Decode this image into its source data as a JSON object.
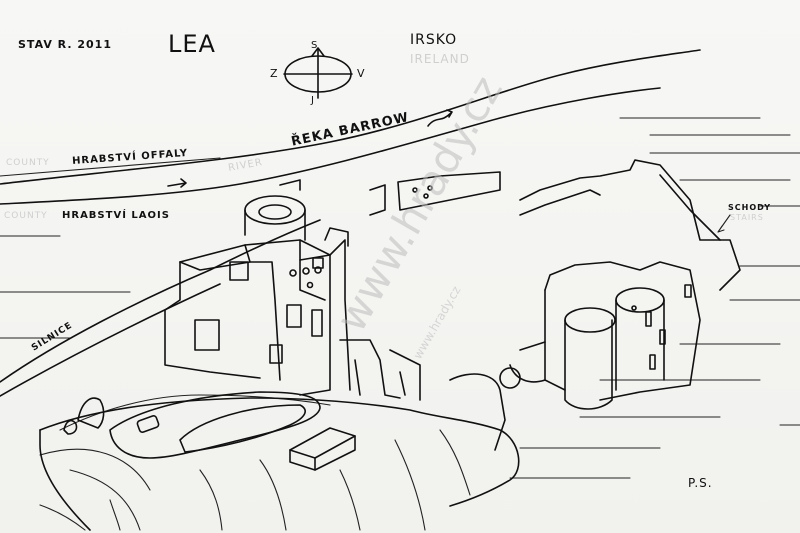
{
  "header": {
    "state": "STAV R. 2011",
    "title": "LEA",
    "country_cz": "IRSKO",
    "country_en": "IRELAND"
  },
  "compass": {
    "n": "S",
    "s": "J",
    "w": "Z",
    "e": "V"
  },
  "labels": {
    "river_en": "RIVER",
    "river_cz": "ŘEKA BARROW",
    "county_en_1": "COUNTY",
    "county_cz_1": "HRABSTVÍ OFFALY",
    "county_en_2": "COUNTY",
    "county_cz_2": "HRABSTVÍ LAOIS",
    "road": "SILNICE",
    "stairs_cz": "SCHODY",
    "stairs_en": "STAIRS",
    "signature": "P.S."
  },
  "watermark": "www.hrady.cz"
}
